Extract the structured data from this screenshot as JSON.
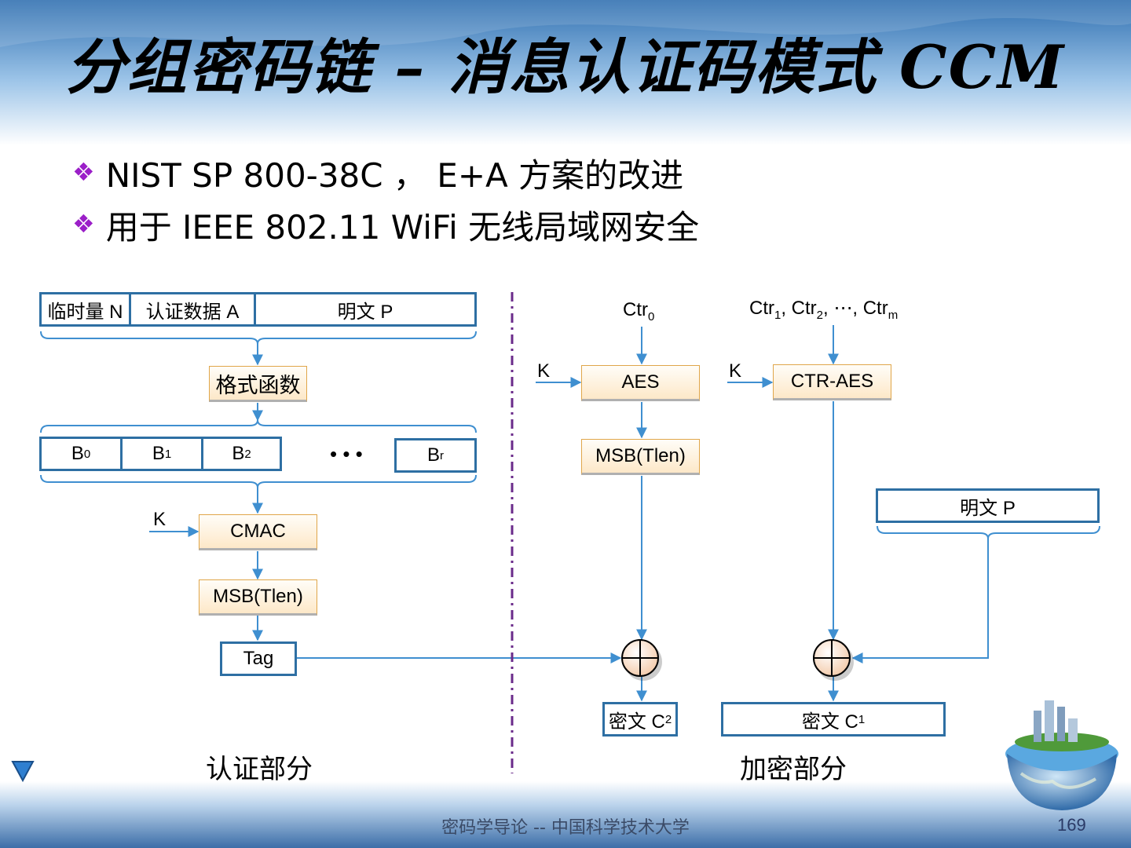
{
  "title": "分组密码链 – 消息认证码模式 CCM",
  "bullets": [
    "NIST SP 800-38C ， E+A 方案的改进",
    "用于 IEEE 802.11 WiFi 无线局域网安全"
  ],
  "auth": {
    "nonce": "临时量 N",
    "assoc_data": "认证数据 A",
    "plaintext": "明文 P",
    "format_fn": "格式函数",
    "blocks": [
      "B",
      "B",
      "B",
      "B"
    ],
    "block_subs": [
      "0",
      "1",
      "2",
      "r"
    ],
    "ellipsis": "• • •",
    "key": "K",
    "cmac": "CMAC",
    "msb": "MSB(Tlen)",
    "tag": "Tag",
    "caption": "认证部分"
  },
  "enc": {
    "ctr0": "Ctr",
    "ctr0_sub": "0",
    "ctrs": {
      "c1": "Ctr",
      "s1": "1",
      "c2": ", Ctr",
      "s2": "2",
      "c3": ", ⋯, Ctr",
      "sm": "m"
    },
    "key1": "K",
    "aes": "AES",
    "msb": "MSB(Tlen)",
    "key2": "K",
    "ctr_aes": "CTR-AES",
    "plaintext": "明文 P",
    "c2": "密文 C",
    "c2_sub": "2",
    "c1": "密文 C",
    "c1_sub": "1",
    "caption": "加密部分"
  },
  "footer": "密码学导论 -- 中国科学技术大学",
  "page_number": "169",
  "icons": [
    "diamond-bullet-icon",
    "down-triangle-icon",
    "globe-city-icon",
    "xor-icon"
  ],
  "colors": {
    "box_border": "#2e6fa3",
    "arrow": "#3f8fd0",
    "bullet": "#9b1fc8",
    "divider": "#6a2a8a",
    "func_fill": "#fde8c8"
  }
}
